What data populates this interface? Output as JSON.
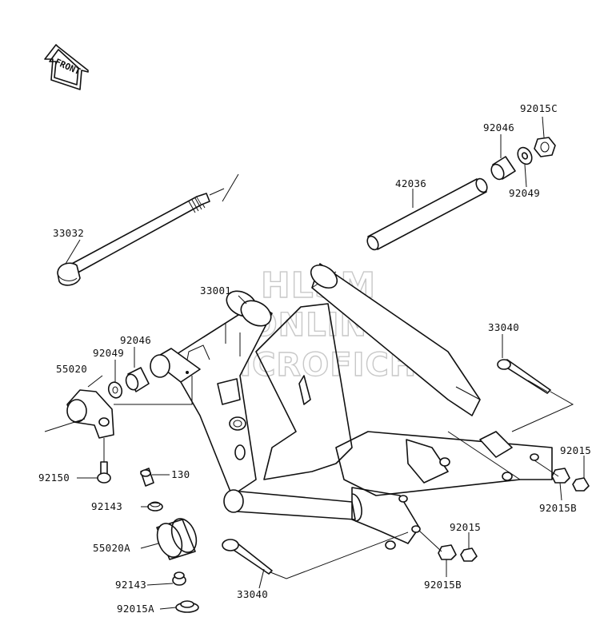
{
  "front_arrow_label": "FRONT",
  "watermark": {
    "line1": "HLSM",
    "line2": "ONLINE",
    "line3": "MICROFICHE"
  },
  "labels": {
    "p92015C": "92015C",
    "p92046_top": "92046",
    "p92049_top": "92049",
    "p42036": "42036",
    "p33032": "33032",
    "p33001": "33001",
    "p92046_left": "92046",
    "p92049_left": "92049",
    "p55020": "55020",
    "p33040_right": "33040",
    "p92015_right": "92015",
    "p92015B_right": "92015B",
    "p92150": "92150",
    "p130": "130",
    "p92143_top": "92143",
    "p55020A": "55020A",
    "p92143_bottom": "92143",
    "p92015A": "92015A",
    "p33040_bottom": "33040",
    "p92015_bottom": "92015",
    "p92015B_bottom": "92015B"
  }
}
